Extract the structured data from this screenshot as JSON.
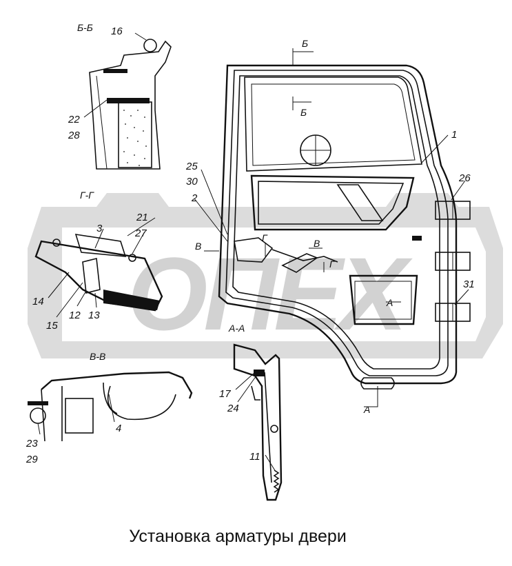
{
  "caption": "Установка арматуры двери",
  "watermark": "ОПЕХ",
  "sections": {
    "b_b_title": "Б-Б",
    "g_g_title": "Г-Г",
    "v_v_title": "В-В",
    "a_a_title": "А-А"
  },
  "section_marks": {
    "b_top": "Б",
    "b_mid": "Б",
    "v_left": "В",
    "v_right": "В",
    "g_left": "Г",
    "g_right": "Г",
    "a_right": "А",
    "a_bottom": "А"
  },
  "callouts": {
    "n1": "1",
    "n2": "2",
    "n3": "3",
    "n4": "4",
    "n11": "11",
    "n12": "12",
    "n13": "13",
    "n14": "14",
    "n15": "15",
    "n16": "16",
    "n17": "17",
    "n21": "21",
    "n22": "22",
    "n23": "23",
    "n24": "24",
    "n25": "25",
    "n26": "26",
    "n27": "27",
    "n28": "28",
    "n29": "29",
    "n30": "30",
    "n31": "31"
  },
  "colors": {
    "line": "#111111",
    "watermark": "#d9d9d9",
    "background": "#ffffff"
  }
}
